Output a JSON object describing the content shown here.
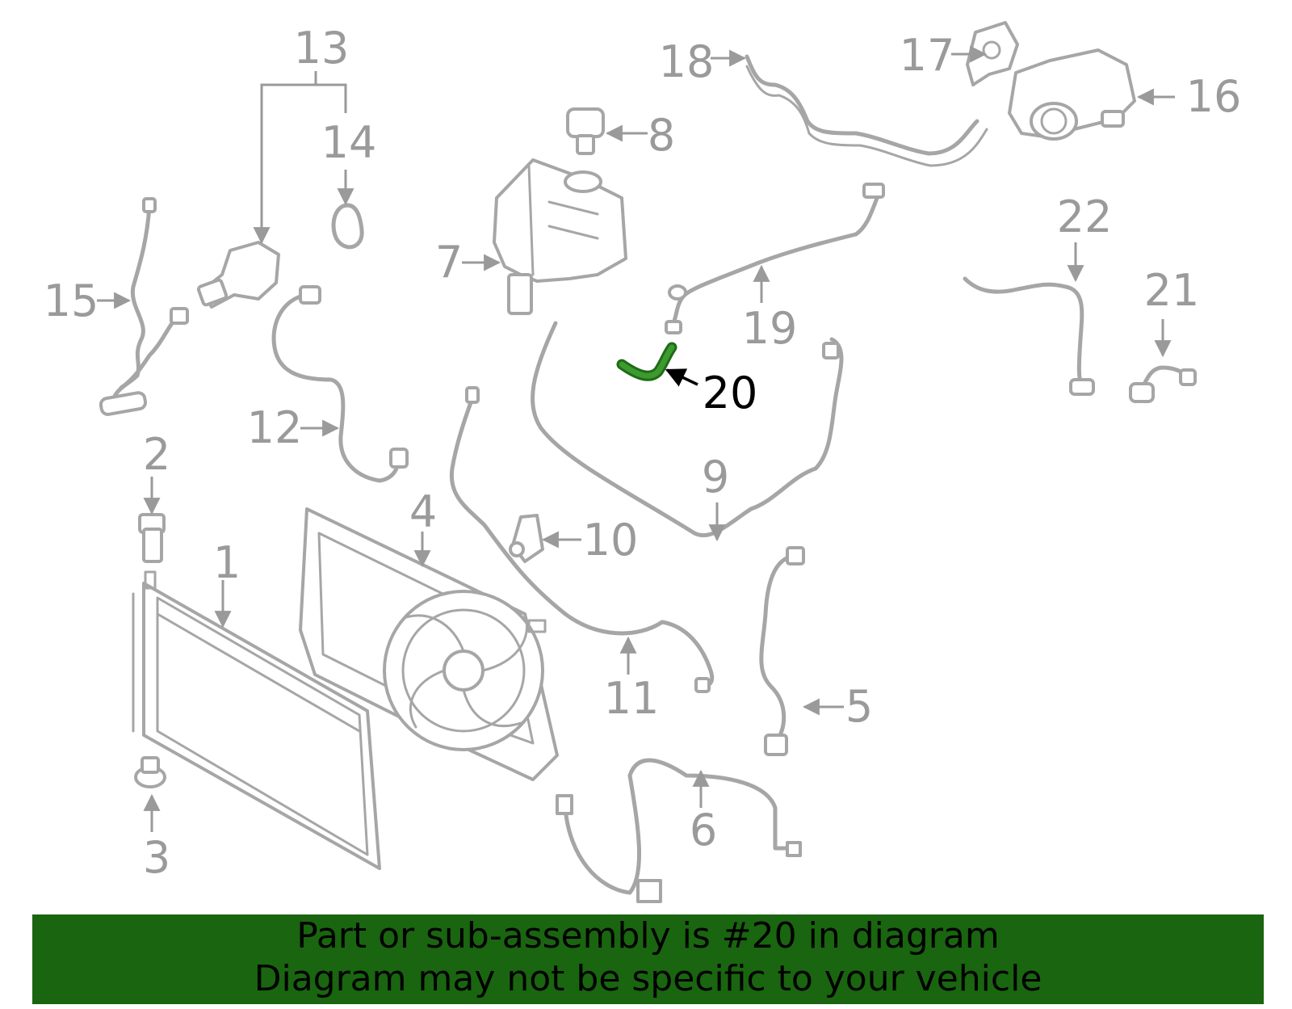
{
  "diagram": {
    "callouts": [
      "1",
      "2",
      "3",
      "4",
      "5",
      "6",
      "7",
      "8",
      "9",
      "10",
      "11",
      "12",
      "13",
      "14",
      "15",
      "16",
      "17",
      "18",
      "19",
      "20",
      "21",
      "22"
    ],
    "highlighted_callout": "20",
    "colors": {
      "line": "#a6a6a6",
      "label": "#9a9a9a",
      "highlight_part": "#3d9a2e",
      "banner": "#1a6510"
    }
  },
  "banner": {
    "line1": "Part or sub-assembly is #20 in diagram",
    "line2": "Diagram may not be specific to your vehicle"
  }
}
